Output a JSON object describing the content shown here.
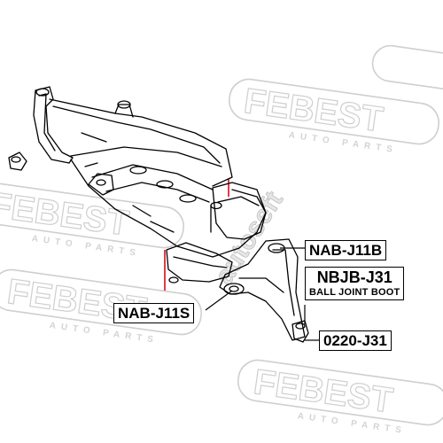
{
  "watermark": {
    "brand": "FEBEST",
    "sub": "AUTO PARTS",
    "site": "autoseft"
  },
  "callouts": [
    {
      "part_number": "NAB-J11B",
      "description": ""
    },
    {
      "part_number": "NBJB-J31",
      "description": "BALL JOINT BOOT"
    },
    {
      "part_number": "NAB-J11S",
      "description": ""
    },
    {
      "part_number": "0220-J31",
      "description": ""
    }
  ],
  "colors": {
    "line": "#000000",
    "watermark": "#c8c8c8",
    "accent": "#e23b4a"
  }
}
